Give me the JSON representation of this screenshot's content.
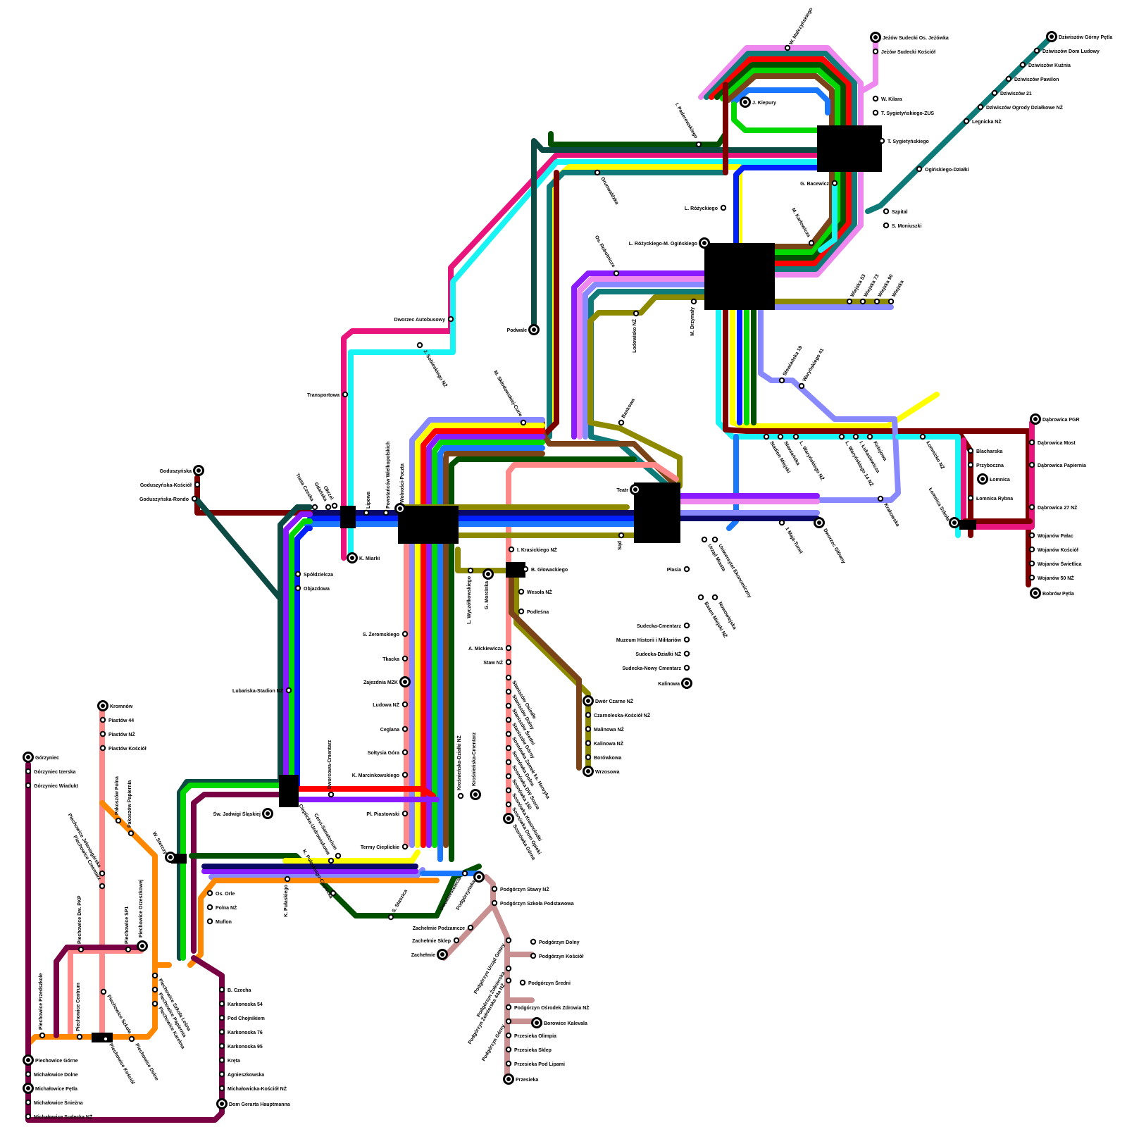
{
  "palette": {
    "dark_teal": "#0d4a44",
    "teal": "#0f7b78",
    "olive": "#8e8a00",
    "pink": "#e8147c",
    "cyan": "#18f4f4",
    "yellow": "#ffff00",
    "red": "#ff0000",
    "dark_red": "#7a0000",
    "green": "#00d800",
    "dark_green": "#005000",
    "blue": "#0020ff",
    "sky": "#1a78ff",
    "navy": "#0a0a66",
    "purple": "#8a1aff",
    "lavender": "#8888ff",
    "violet": "#ee88ee",
    "brown": "#7a4418",
    "salmon": "#ff8888",
    "orange": "#ff8800",
    "maroon": "#7a0044",
    "mauve": "#c89090",
    "forest": "#228822"
  },
  "labels": {
    "jezow_os": "Jeżów Sudecki Os. Jeżówka",
    "jezow_kosciol": "Jeżów Sudecki Kościół",
    "kilara": "W. Kilara",
    "zus": "T. Sygietyńskiego-ZUS",
    "sygietynskiego": "T. Sygietyńskiego",
    "bacewicz": "G. Bacewicz",
    "szpital": "Szpital",
    "moniuszki": "S. Moniuszki",
    "dz_gorny": "Dziwiszów Górny Pętla",
    "dz_dom": "Dziwiszów Dom Ludowy",
    "dz_kuznia": "Dziwiszów Kuźnia",
    "dz_pawilon": "Dziwiszów Pawilon",
    "dz_21": "Dziwiszów 21",
    "dz_ogrody": "Dziwiszów Ogrody Działkowe NŻ",
    "legnicka": "Legnicka NŻ",
    "oginskiego_dzialki": "Ogińskiego-Działki",
    "malczynskiego": "W. Malczyńskiego",
    "kiepury": "J. Kiepury",
    "paderewskiego": "I. Paderewskiego",
    "grunwaldzka": "Grunwaldzka",
    "rozyckiego": "L. Różyckiego",
    "rozycki_oginskiego": "L. Różyckiego-M. Ogińskiego",
    "karlowicza": "M. Karłowicza",
    "robotnicze": "Os. Robotnicze",
    "drzymaly": "M. Drzymały",
    "lodowisko": "Lodowisko NŻ",
    "wiejska53": "Wiejska 53",
    "wiejska73": "Wiejska 73",
    "wiejska90": "Wiejska 90",
    "wiejska": "Wiejska",
    "slowianska19": "Słowiańska 19",
    "warynskiego41": "Waryńskiego 41",
    "dworzec_autobusowy": "Dworzec Autobusowy",
    "podwale": "Podwale",
    "sobieskiego": "J. Sobieskiego NŻ",
    "transportowa": "Transportowa",
    "sklodowskiej": "M. Skłodowskiej-Curie",
    "bankowa": "Bankowa",
    "stadion": "Stadion Miejski",
    "slowianska": "Słowiańska",
    "warynskiego": "L. Waryńskiego NŻ",
    "warynskiego14": "L. Waryńskiego 14 NŻ",
    "lukasiewicza": "I. Łukasiewicza",
    "kolejowa": "Kolejowa",
    "lomnicko": "Łomnicko NŻ",
    "krakowska": "Krakowska",
    "blacharska": "Blacharska",
    "przyboczna": "Przyboczna",
    "lomnica": "Łomnica",
    "lomnica_rybna": "Łomnica Rybna",
    "lomnica_szkola": "Łomnica Szkoła",
    "dabrowica_pgr": "Dąbrowica PGR",
    "dabrowica_most": "Dąbrowica Most",
    "dabrowica_papiernia": "Dąbrowica Papiernia",
    "dabrowica_27": "Dąbrowica 27 NŻ",
    "wojanow_palac": "Wojanów Pałac",
    "wojanow_kosciol": "Wojanów Kościół",
    "wojanow_swietlica": "Wojanów Świetlica",
    "wojanow_50": "Wojanów 50 NŻ",
    "bobrow": "Bobrów Pętla",
    "teatr": "Teatr",
    "sad": "Sąd",
    "urzad_miasta": "Urząd Miasta",
    "urzad_ekonomiczny": "Uniwersytet Ekonomiczny",
    "maja": "1 Maja-Tunel",
    "dworzec_glowny": "Dworzec Główny",
    "plasia": "Płasia",
    "nowowiejska": "Nowowiejska",
    "basen": "Basen Miejski NŻ",
    "sudecka_cmentarz": "Sudecka-Cmentarz",
    "muzeum": "Muzeum Historii i Militariów",
    "sudecka_dzialki": "Sudecka-Działki NŻ",
    "sudecka_nowy": "Sudecka-Nowy Cmentarz",
    "kalinowa": "Kalinowa",
    "goduszynska": "Goduszyńska",
    "god_kosciol": "Goduszyńska-Kościół",
    "god_rondo": "Goduszyńska-Rondo",
    "trasa_czeska": "Trasa Czeska",
    "gdanska": "Gdańska",
    "okrzei": "Okrzei",
    "lipowa": "Lipowa",
    "powstancow": "Powstańców Wielkopolskich",
    "wolnosci": "Wolności-Poczta",
    "miarki": "K. Miarki",
    "spoldzielcza": "Spółdzielcza",
    "objazdowa": "Objazdowa",
    "lubanska": "Lubańska-Stadion NŻ",
    "krasickiego": "I. Krasickiego NŻ",
    "glowackiego": "B. Głowackiego",
    "wyczolkowskiego": "L. Wyczółkowskiego",
    "morcinka": "G. Morcinka",
    "wesola": "Wesoła NŻ",
    "podlesna": "Podleśna",
    "zeromskiego": "S. Żeromskiego",
    "tkacka": "Tkacka",
    "zajezdnia": "Zajezdnia MZK",
    "ludowa": "Ludowa NŻ",
    "ceglana": "Ceglana",
    "soltysia": "Sołtysia Góra",
    "marcinkowskiego": "K. Marcinkowskiego",
    "plastowski": "Pl. Piastowski",
    "termy": "Termy Cieplickie",
    "krosnienska_dzialki": "Krośnieńska-Działki NŻ",
    "krosnienska_cmentarz": "Krośnieńska-Cmentarz",
    "mickiewicza": "A. Mickiewicza",
    "staw": "Staw NŻ",
    "staniszow_osiedle": "Staniszów Osiedle",
    "staniszow_dolny": "Staniszów Dolny",
    "staniszow_sredni": "Staniszów Średni",
    "staniszow_gorny": "Staniszów Górny",
    "sosnowka_zamek": "Sosnówka Zamek ks. Henryka",
    "sosnowka_dolna": "Sosnówka Dolna",
    "sosnowka_dw": "Sosnówka DW Sosna",
    "sosnowka_150": "Sosnówka 150",
    "sosnowka_krasnoludki": "Sosnówka Krasnoludki",
    "sosnowka_dom": "Sosnówka Dom Opieki",
    "sosnowka_gorna": "Sosnówka Górna",
    "dwor_czarne": "Dwór Czarne NŻ",
    "czarnoleska": "Czarnoleska-Kościół NŻ",
    "malinowa": "Malinowa NŻ",
    "kalinowa_nz": "Kalinowa NŻ",
    "borowkowa": "Borówkowa",
    "wrzosowa": "Wrzosowa",
    "dworcowa_cmentarz": "Dworcowa-Cmentarz",
    "jadwigi": "Św. Jadwigi Śląskiej",
    "sterczy": "W. Sterczy",
    "os_orle": "Os. Orle",
    "polna": "Polna NŻ",
    "muflon": "Muflon",
    "pulaskiego": "K. Pułaskiego",
    "pulaskiego_cieplicka": "K. Pułaskiego-Cieplicka",
    "cervi": "Cervi-Sanatorium",
    "cieplicka_uzdrowisk": "Cieplicka-Uzdrowiskowa",
    "staszica": "S. Staszica",
    "dwudziestolecia": "Dwudziestolecia",
    "podgorzynska": "Podgórzyńska",
    "pod_stawy": "Podgórzyn Stawy NŻ",
    "pod_szkola": "Podgórzyn Szkoła Podstawowa",
    "zach_podzamcze": "Zachełmie Podzamcze",
    "zach_sklep": "Zachełmie Sklep",
    "zachelmie": "Zachełmie",
    "pod_urzad": "Podgórzyn Urząd Gminy",
    "pod_dolny": "Podgórzyn Dolny",
    "pod_kosciol": "Podgórzyn Kościół",
    "pod_zolnierska": "Podgórzyn Żołnierska",
    "pod_zolnierska44": "Podgórzyn Żołnierska 44a NŻ",
    "pod_sredni": "Podgórzyn Średni",
    "pod_osrodek": "Podgórzyn Ośrodek Zdrowia NŻ",
    "pod_gorny": "Podgórzyn Górny",
    "borowice": "Borowice Kalevala",
    "prz_olimpia": "Przesieka Olimpia",
    "prz_sklep": "Przesieka Sklep",
    "prz_lipami": "Przesieka Pod Lipami",
    "przesieka": "Przesieka",
    "kromnow": "Kromnów",
    "piastow44": "Piastów 44",
    "piastow_nz": "Piastów NŻ",
    "piastow_kosciol": "Piastów Kościół",
    "pakoszow_polna": "Pakoszów Polna",
    "pakoszow_papiernia": "Pakoszów Papiernia",
    "p_jeleniogorska": "Piechowice Jeleniogórska",
    "p_cmentarz": "Piechowice Cmentarz",
    "p_sp1": "Piechowice SP1",
    "p_orzeszkowej": "Piechowice Orzeszkowej",
    "p_dw_pkp": "Piechowice Dw. PKP",
    "p_przedszkole": "Piechowice Przedszkole",
    "p_centrum": "Piechowice Centrum",
    "p_szkola": "Piechowice Szkoła",
    "p_szkola_lesna": "Piechowice Szkoła Leśna",
    "p_papiernia": "Piechowice Papiernia",
    "p_karelma": "Piechowice Karelma",
    "p_kosciol": "Piechowice Kościół",
    "p_dolne": "Piechowice Dolne",
    "p_gorne": "Piechowice Górne",
    "gorzyniec": "Górzyniec",
    "gorzyniec_izerska": "Górzyniec Izerska",
    "gorzyniec_wiadukt": "Górzyniec Wiadukt",
    "michalowice_dolne": "Michałowice Dolne",
    "michalowice_petla": "Michałowice Pętla",
    "michalowice_sniezna": "Michałowice Śnieżna",
    "michalowice_sudecka": "Michałowice Sudecka NŻ",
    "b_czecha": "B. Czecha",
    "karkonoska54": "Karkonoska 54",
    "chojnikiem": "Pod Chojnikiem",
    "karkonoska76": "Karkonoska 76",
    "karkonoska95": "Karkonoska 95",
    "kreta": "Kręta",
    "agnieszkowska": "Agnieszkowska",
    "michalowicka_kosciol": "Michałowicka-Kościół NŻ",
    "dom_hauptmanna": "Dom Gerarta Hauptmanna"
  }
}
